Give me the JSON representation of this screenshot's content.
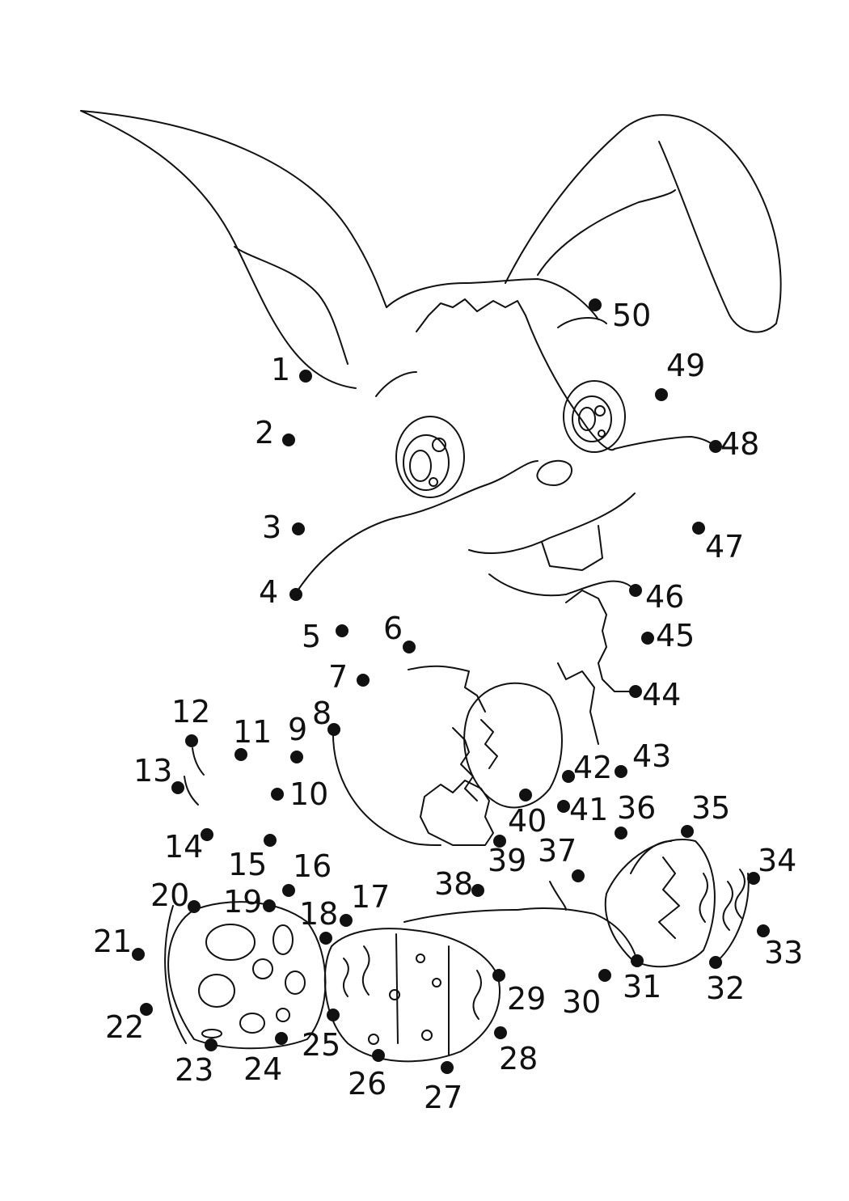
{
  "worksheet": {
    "type": "connect-the-dots",
    "subject": "easter bunny holding an easter egg, sitting beside easter eggs",
    "dot_count": 50,
    "labels": [
      "1",
      "2",
      "3",
      "4",
      "5",
      "6",
      "7",
      "8",
      "9",
      "10",
      "11",
      "12",
      "13",
      "14",
      "15",
      "16",
      "17",
      "18",
      "19",
      "20",
      "21",
      "22",
      "23",
      "24",
      "25",
      "26",
      "27",
      "28",
      "29",
      "30",
      "31",
      "32",
      "33",
      "34",
      "35",
      "36",
      "37",
      "38",
      "39",
      "40",
      "41",
      "42",
      "43",
      "44",
      "45",
      "46",
      "47",
      "48",
      "49",
      "50"
    ]
  }
}
